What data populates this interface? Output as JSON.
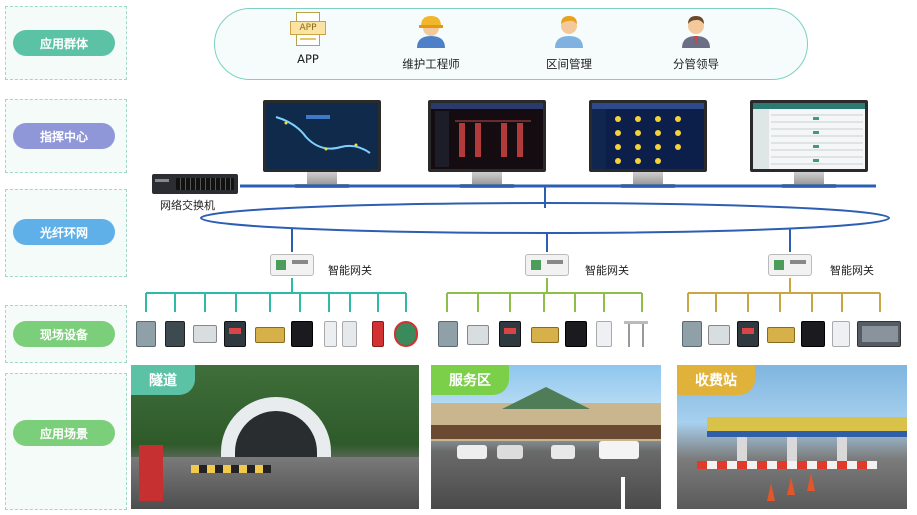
{
  "layers": {
    "app_group": "应用群体",
    "command_center": "指挥中心",
    "fiber_ring": "光纤环网",
    "field_devices": "现场设备",
    "scenes": "应用场景"
  },
  "users": [
    {
      "label": "APP",
      "icon": "app-icon"
    },
    {
      "label": "维护工程师",
      "icon": "engineer-icon"
    },
    {
      "label": "区间管理",
      "icon": "manager-icon"
    },
    {
      "label": "分管领导",
      "icon": "leader-icon"
    }
  ],
  "app_icon_text": "APP",
  "switch_label": "网络交换机",
  "gateways": [
    {
      "label": "智能网关"
    },
    {
      "label": "智能网关"
    },
    {
      "label": "智能网关"
    }
  ],
  "scenes": [
    {
      "label": "隧道",
      "color": "#5cc2a6"
    },
    {
      "label": "服务区",
      "color": "#7ccf48"
    },
    {
      "label": "收费站",
      "color": "#e0b23a"
    }
  ],
  "colors": {
    "teal": "#2fb9a6",
    "green_branch": "#8dc04a",
    "gold_branch": "#c9a545",
    "network_blue": "#2c5fb3"
  }
}
